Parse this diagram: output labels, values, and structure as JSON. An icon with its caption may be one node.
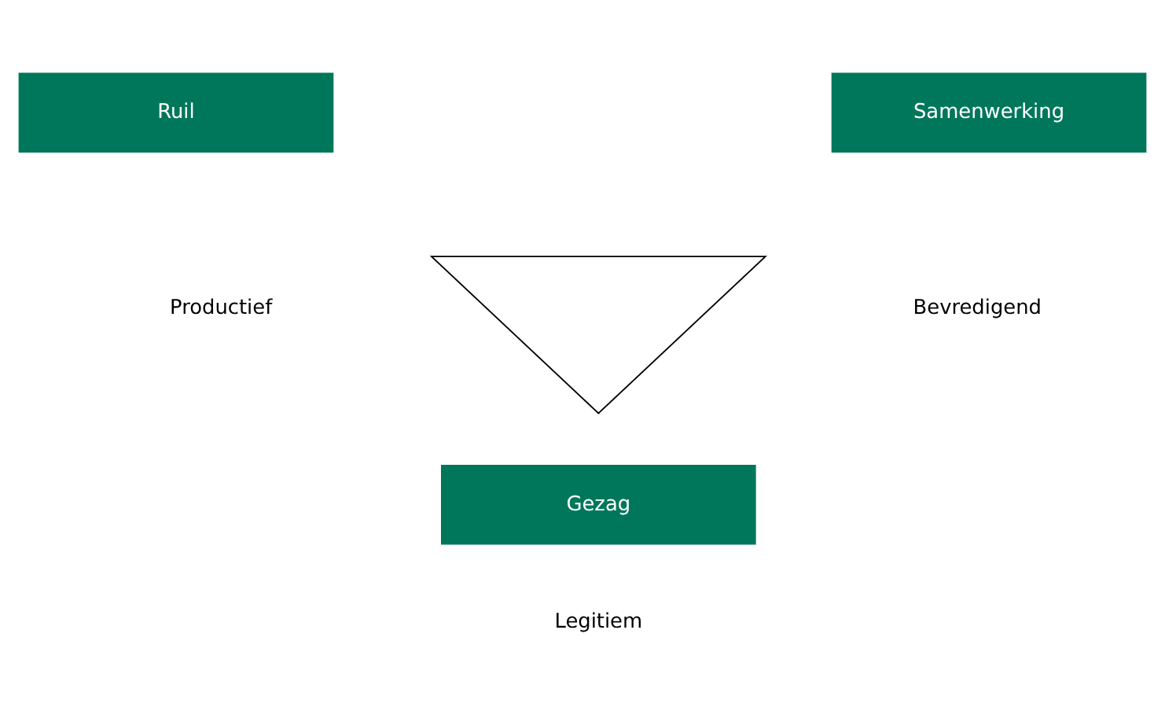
{
  "diagram": {
    "nodes": [
      {
        "text": [
          "Ruil"
        ]
      },
      {
        "text": [
          "Samenwerking"
        ]
      },
      {
        "text": [],
        "shape": "triangle"
      },
      {
        "text": [
          "Gezag"
        ]
      }
    ],
    "labels": [
      "Productief",
      "Bevredigend",
      "Legitiem"
    ]
  }
}
